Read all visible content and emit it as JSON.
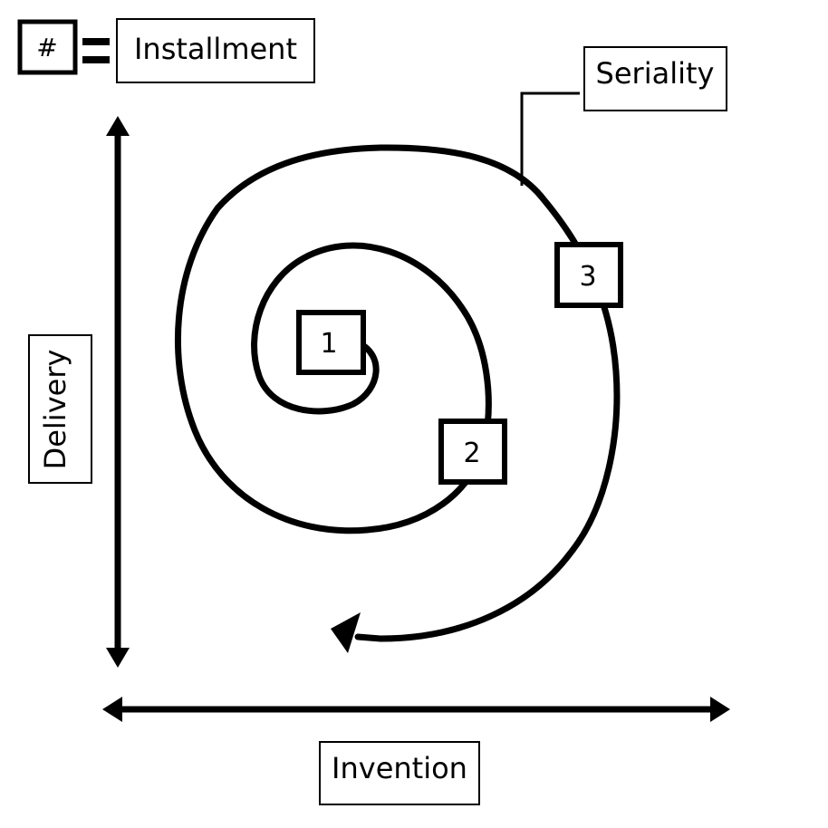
{
  "legend": {
    "symbol": "#",
    "equals": "=",
    "meaning": "Installment"
  },
  "labels": {
    "seriality": "Seriality",
    "y_axis": "Delivery",
    "x_axis": "Invention"
  },
  "installments": [
    "1",
    "2",
    "3"
  ],
  "colors": {
    "stroke": "#000000",
    "background": "#ffffff"
  }
}
